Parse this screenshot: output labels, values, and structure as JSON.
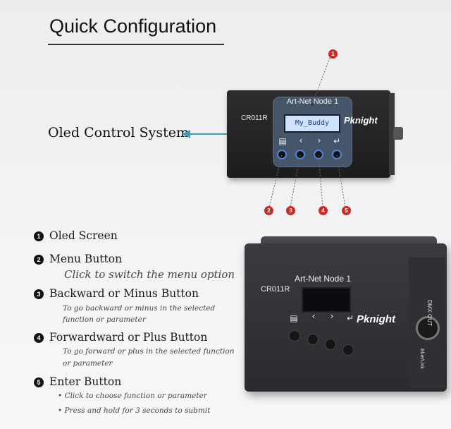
{
  "header": {
    "title": "Quick Configuration"
  },
  "top_device": {
    "panel_title": "Art-Net Node 1",
    "screen_text": "My_Buddy",
    "model": "CR011R",
    "brand": "Pknight",
    "markers": [
      "1",
      "2",
      "3",
      "4",
      "5"
    ]
  },
  "callout": {
    "label": "Oled Control System"
  },
  "features": [
    {
      "num": "1",
      "title": "Oled Screen"
    },
    {
      "num": "2",
      "title": "Menu Button",
      "desc": "Click to switch the menu option"
    },
    {
      "num": "3",
      "title": "Backward or Minus Button",
      "desc_lines": [
        "To go backward or minus in the selected",
        "function or parameter"
      ]
    },
    {
      "num": "4",
      "title": "Forwardward or Plus Button",
      "desc_lines": [
        "To go forward or plus in the selected function",
        "or parameter"
      ]
    },
    {
      "num": "5",
      "title": "Enter Button",
      "bullets": [
        "• Click to choose function or parameter",
        "• Press and hold for 3 seconds to submit"
      ]
    }
  ],
  "bottom_device": {
    "panel_title": "Art-Net Node 1",
    "model": "CR011R",
    "brand": "Pknight",
    "side_label_1": "DMX OUT",
    "side_label_2": "Blue/Link"
  },
  "icons": [
    "menu-icon",
    "chevron-left-icon",
    "chevron-right-icon",
    "enter-icon",
    "arrow-left-icon"
  ],
  "colors": {
    "marker": "#c62c23",
    "arrow": "#3aa0b5",
    "panel": "#45556a",
    "button_ring": "#4f88d8"
  }
}
